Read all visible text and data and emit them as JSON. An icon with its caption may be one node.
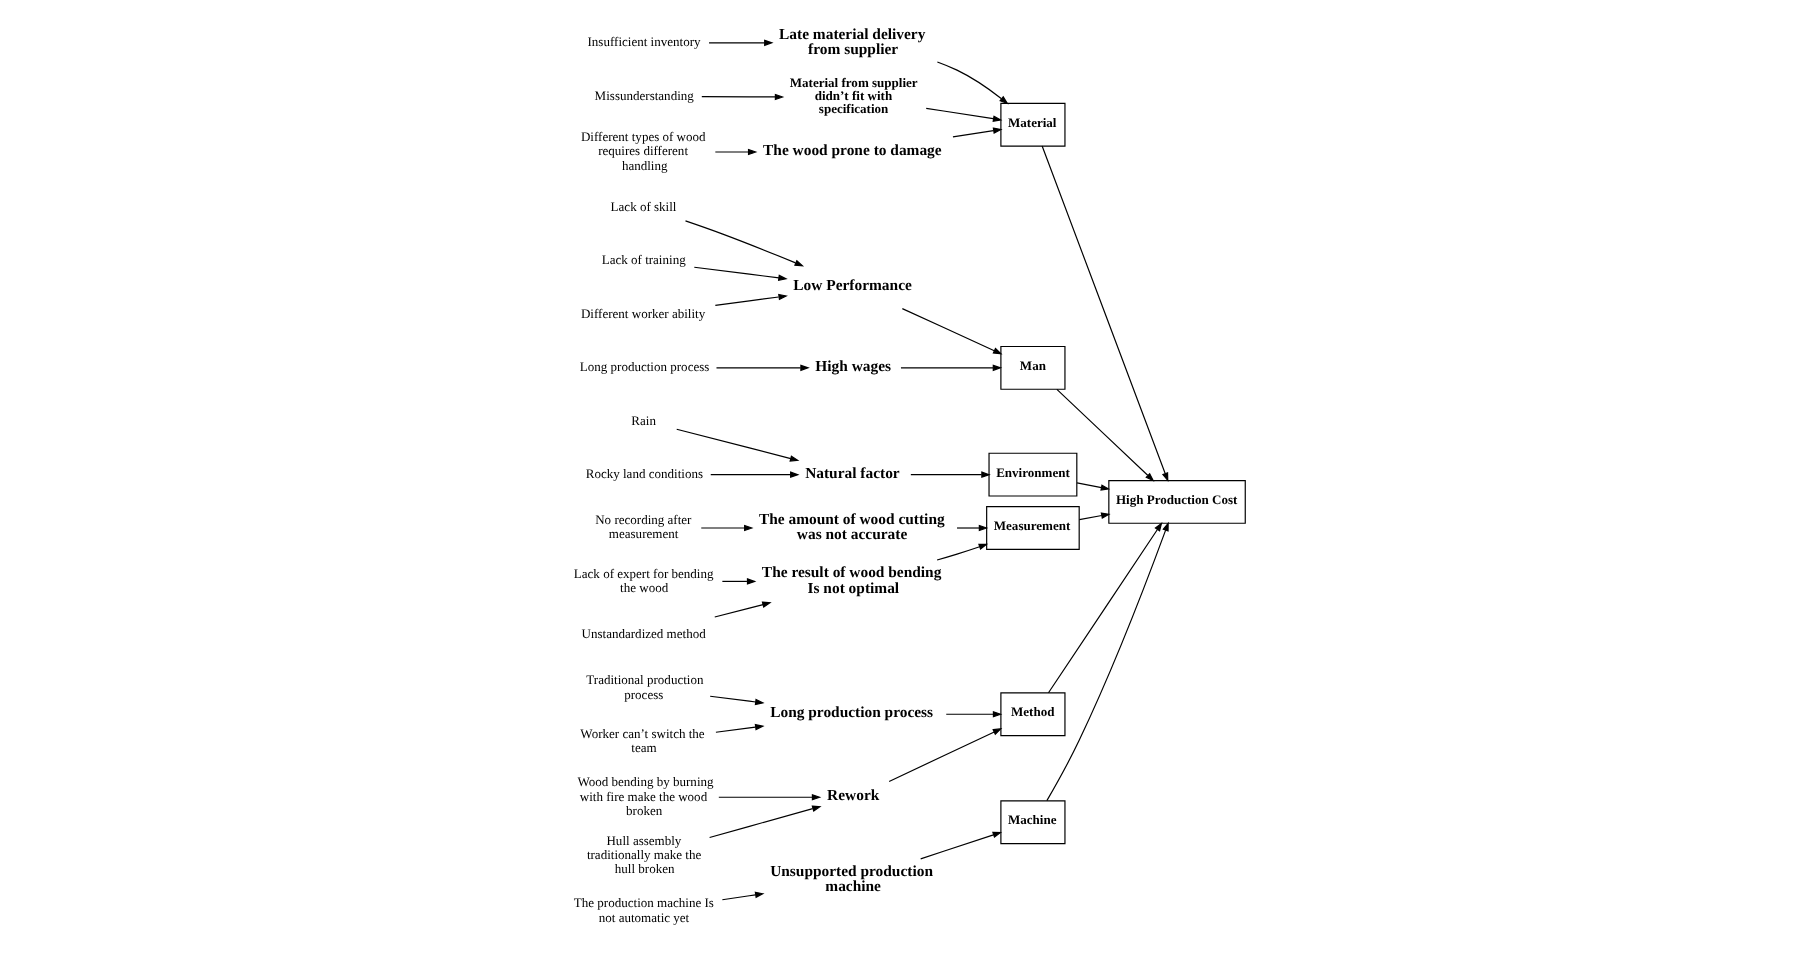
{
  "diagram": {
    "nodes": [
      {
        "text": [
          "Machine"
        ]
      },
      {
        "text": [
          "Material"
        ]
      },
      {
        "text": [
          "Man"
        ]
      },
      {
        "text": [
          "High Production Cost"
        ]
      },
      {
        "text": [
          "Environment"
        ]
      },
      {
        "text": [
          "Measurement"
        ]
      },
      {
        "text": [
          "Method"
        ]
      },
      {
        "text": [
          "Unsupported production machine"
        ]
      },
      {
        "text": [
          "The production machine Is not automatic yet"
        ]
      },
      {
        "text": [
          "Late material delivery from supplier"
        ]
      },
      {
        "text": [
          "Insufficient inventory"
        ]
      },
      {
        "text": [
          "Material from supplier didn’t fit with specification"
        ]
      },
      {
        "text": [
          "Missunderstanding"
        ]
      },
      {
        "text": [
          "The wood prone to damage"
        ]
      },
      {
        "text": [
          "Different types of wood requires different handling"
        ]
      },
      {
        "text": [
          "Low Performance"
        ]
      },
      {
        "text": [
          "Lack of skill"
        ]
      },
      {
        "text": [
          "Lack of training"
        ]
      },
      {
        "text": [
          "Different worker ability"
        ]
      },
      {
        "text": [
          "High wages"
        ]
      },
      {
        "text": [
          "Long production process"
        ]
      },
      {
        "text": [
          "Natural factor"
        ]
      },
      {
        "text": [
          "Rain"
        ]
      },
      {
        "text": [
          "Rocky land conditions"
        ]
      },
      {
        "text": [
          "The amount of wood cutting was not accurate"
        ]
      },
      {
        "text": [
          "No recording after measurement"
        ]
      },
      {
        "text": [
          "The result of wood bending Is not optimal"
        ]
      },
      {
        "text": [
          "Lack of expert for bending the wood"
        ]
      },
      {
        "text": [
          "Unstandardized method"
        ]
      },
      {
        "text": [
          "Long production process"
        ]
      },
      {
        "text": [
          "Traditional production process"
        ]
      },
      {
        "text": [
          "Worker can’t switch the team"
        ]
      },
      {
        "text": [
          "Rework"
        ]
      },
      {
        "text": [
          "Wood bending by burning with fire make the wood broken"
        ]
      },
      {
        "text": [
          "Hull assembly traditionally make the hull broken"
        ]
      }
    ],
    "edges": [
      {
        "from": 0,
        "to": 3,
        "arrow": "to"
      },
      {
        "from": 1,
        "to": 3,
        "arrow": "to"
      },
      {
        "from": 2,
        "to": 3,
        "arrow": "to"
      },
      {
        "from": 4,
        "to": 3,
        "arrow": "to"
      },
      {
        "from": 5,
        "to": 3,
        "arrow": "to"
      },
      {
        "from": 6,
        "to": 3,
        "arrow": "to"
      },
      {
        "from": 7,
        "to": 0,
        "arrow": "to"
      },
      {
        "from": 8,
        "to": 7,
        "arrow": "to"
      },
      {
        "from": 9,
        "to": 1,
        "arrow": "to"
      },
      {
        "from": 10,
        "to": 9,
        "arrow": "to"
      },
      {
        "from": 11,
        "to": 1,
        "arrow": "to"
      },
      {
        "from": 12,
        "to": 11,
        "arrow": "to"
      },
      {
        "from": 13,
        "to": 1,
        "arrow": "to"
      },
      {
        "from": 14,
        "to": 13,
        "arrow": "to"
      },
      {
        "from": 15,
        "to": 2,
        "arrow": "to"
      },
      {
        "from": 16,
        "to": 15,
        "arrow": "to"
      },
      {
        "from": 17,
        "to": 15,
        "arrow": "to"
      },
      {
        "from": 18,
        "to": 15,
        "arrow": "to"
      },
      {
        "from": 19,
        "to": 2,
        "arrow": "to"
      },
      {
        "from": 20,
        "to": 19,
        "arrow": "to"
      },
      {
        "from": 21,
        "to": 4,
        "arrow": "to"
      },
      {
        "from": 22,
        "to": 21,
        "arrow": "to"
      },
      {
        "from": 23,
        "to": 21,
        "arrow": "to"
      },
      {
        "from": 24,
        "to": 5,
        "arrow": "to"
      },
      {
        "from": 25,
        "to": 24,
        "arrow": "to"
      },
      {
        "from": 26,
        "to": 5,
        "arrow": "to"
      },
      {
        "from": 27,
        "to": 26,
        "arrow": "to"
      },
      {
        "from": 28,
        "to": 26,
        "arrow": "to"
      },
      {
        "from": 29,
        "to": 6,
        "arrow": "to"
      },
      {
        "from": 30,
        "to": 29,
        "arrow": "to"
      },
      {
        "from": 31,
        "to": 29,
        "arrow": "to"
      },
      {
        "from": 32,
        "to": 6,
        "arrow": "to"
      },
      {
        "from": 33,
        "to": 32,
        "arrow": "to"
      },
      {
        "from": 34,
        "to": 32,
        "arrow": "to"
      }
    ]
  }
}
